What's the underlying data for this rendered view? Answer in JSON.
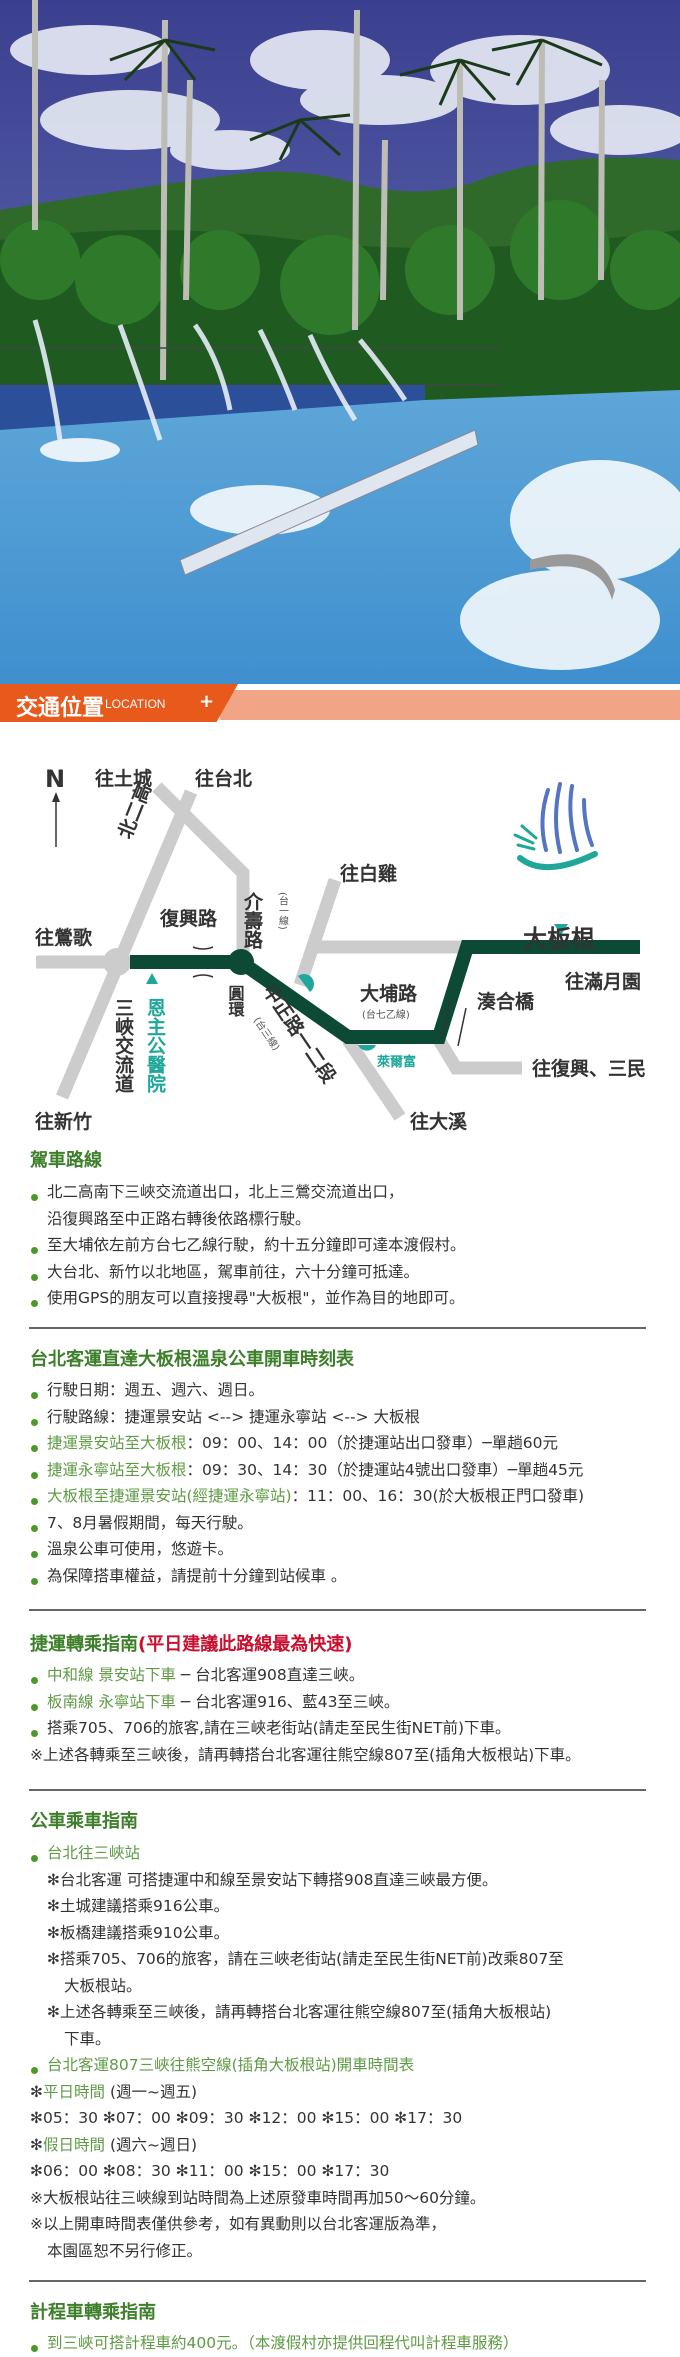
{
  "banner": {
    "title": "交通位置",
    "subtitle": "LOCATION",
    "plus": "+",
    "colors": {
      "orange": "#e85a1c",
      "salmon": "#f2a487"
    }
  },
  "map": {
    "north": "N",
    "labels": {
      "tucheng": "往土城",
      "taipei": "往台北",
      "baiji": "往白雞",
      "yingge": "往鶯歌",
      "fuxing_rd": "復興路",
      "jieshou_rd": "介壽路",
      "jieshou_sub": "(台一線)",
      "freeway": "北二高",
      "interchange": "三峽交流道",
      "hospital": "恩主公醫院",
      "roundabout": "圓環",
      "zhongzheng_rd": "中正路一二段",
      "zhongzheng_sub": "(台三線)",
      "dapu_rd": "大埔路",
      "dapu_sub": "(台七乙線)",
      "bridge": "湊合橋",
      "hilife": "萊爾富",
      "manyue": "往滿月園",
      "fuxing_sanmin": "往復興、三民",
      "daxi": "往大溪",
      "xinzhu": "往新竹",
      "destination": "大板根"
    },
    "colors": {
      "route": "#0d4a35",
      "road": "#cccccc",
      "accent": "#1fa79a"
    }
  },
  "driving": {
    "title": "駕車路線",
    "items": [
      "北二高南下三峽交流道出口，北上三鶯交流道出口，",
      "沿復興路至中正路右轉後依路標行駛。",
      "至大埔依左前方台七乙線行駛，約十五分鐘即可達本渡假村。",
      "大台北、新竹以北地區，駕車前往，六十分鐘可抵達。",
      "使用GPS的朋友可以直接搜尋\"大板根\"，並作為目的地即可。"
    ]
  },
  "bus_direct": {
    "title": "台北客運直達大板根溫泉公車開車時刻表",
    "items": [
      {
        "text": "行駛日期：週五、週六、週日。"
      },
      {
        "text": "行駛路線：捷運景安站 <--> 捷運永寧站 <--> 大板根"
      },
      {
        "label": "捷運景安站至大板根",
        "text": "：09：00、14：00（於捷運站出口發車）─單趟60元"
      },
      {
        "label": "捷運永寧站至大板根",
        "text": "：09：30、14：30（於捷運站4號出口發車）─單趟45元"
      },
      {
        "label": "大板根至捷運景安站(經捷運永寧站)",
        "text": "：11：00、16：30(於大板根正門口發車)"
      },
      {
        "text": "7、8月暑假期間，每天行駛。"
      },
      {
        "text": "溫泉公車可使用，悠遊卡。"
      },
      {
        "text": "為保障搭車權益，請提前十分鐘到站候車 。"
      }
    ]
  },
  "mrt": {
    "title": "捷運轉乘指南",
    "title_note": "(平日建議此路線最為快速)",
    "items": [
      {
        "label": "中和線 景安站下車",
        "text": " ─ 台北客運908直達三峽。"
      },
      {
        "label": "板南線 永寧站下車",
        "text": " ─ 台北客運916、藍43至三峽。"
      },
      {
        "text": "搭乘705、706的旅客,請在三峽老街站(請走至民生街NET前)下車。"
      }
    ],
    "note": "※上述各轉乘至三峽後，請再轉搭台北客運往熊空線807至(插角大板根站)下車。"
  },
  "bus": {
    "title": "公車乘車指南",
    "sub1": "台北往三峽站",
    "lines": [
      "✻台北客運 可搭捷運中和線至景安站下轉搭908直達三峽最方便。",
      "✻土城建議搭乘916公車。",
      "✻板橋建議搭乘910公車。",
      "✻搭乘705、706的旅客，請在三峽老街站(請走至民生街NET前)改乘807至",
      "大板根站。",
      "✻上述各轉乘至三峽後，請再轉搭台北客運往熊空線807至(插角大板根站)",
      "下車。"
    ],
    "sub2": "台北客運807三峽往熊空線(插角大板根站)開車時間表",
    "weekday_label": "平日時間",
    "weekday_range": " (週一~週五)",
    "weekday_times": "✻05：30 ✻07：00 ✻09：30 ✻12：00 ✻15：00 ✻17：30",
    "holiday_label": "假日時間",
    "holiday_range": " (週六~週日)",
    "holiday_times": "✻06：00 ✻08：30 ✻11：00 ✻15：00 ✻17：30",
    "star": "✻",
    "note1": "※大板根站往三峽線到站時間為上述原發車時間再加50～60分鐘。",
    "note2": "※以上開車時間表僅供參考，如有異動則以台北客運版為準，",
    "note3": "本園區恕不另行修正。"
  },
  "taxi": {
    "title": "計程車轉乘指南",
    "item": "到三峽可搭計程車約400元。（本渡假村亦提供回程代叫計程車服務）"
  },
  "colors": {
    "heading": "#3d7f2a",
    "highlight": "#5f9b45",
    "red": "#c8102e",
    "bullet": "#4a9a2a"
  }
}
